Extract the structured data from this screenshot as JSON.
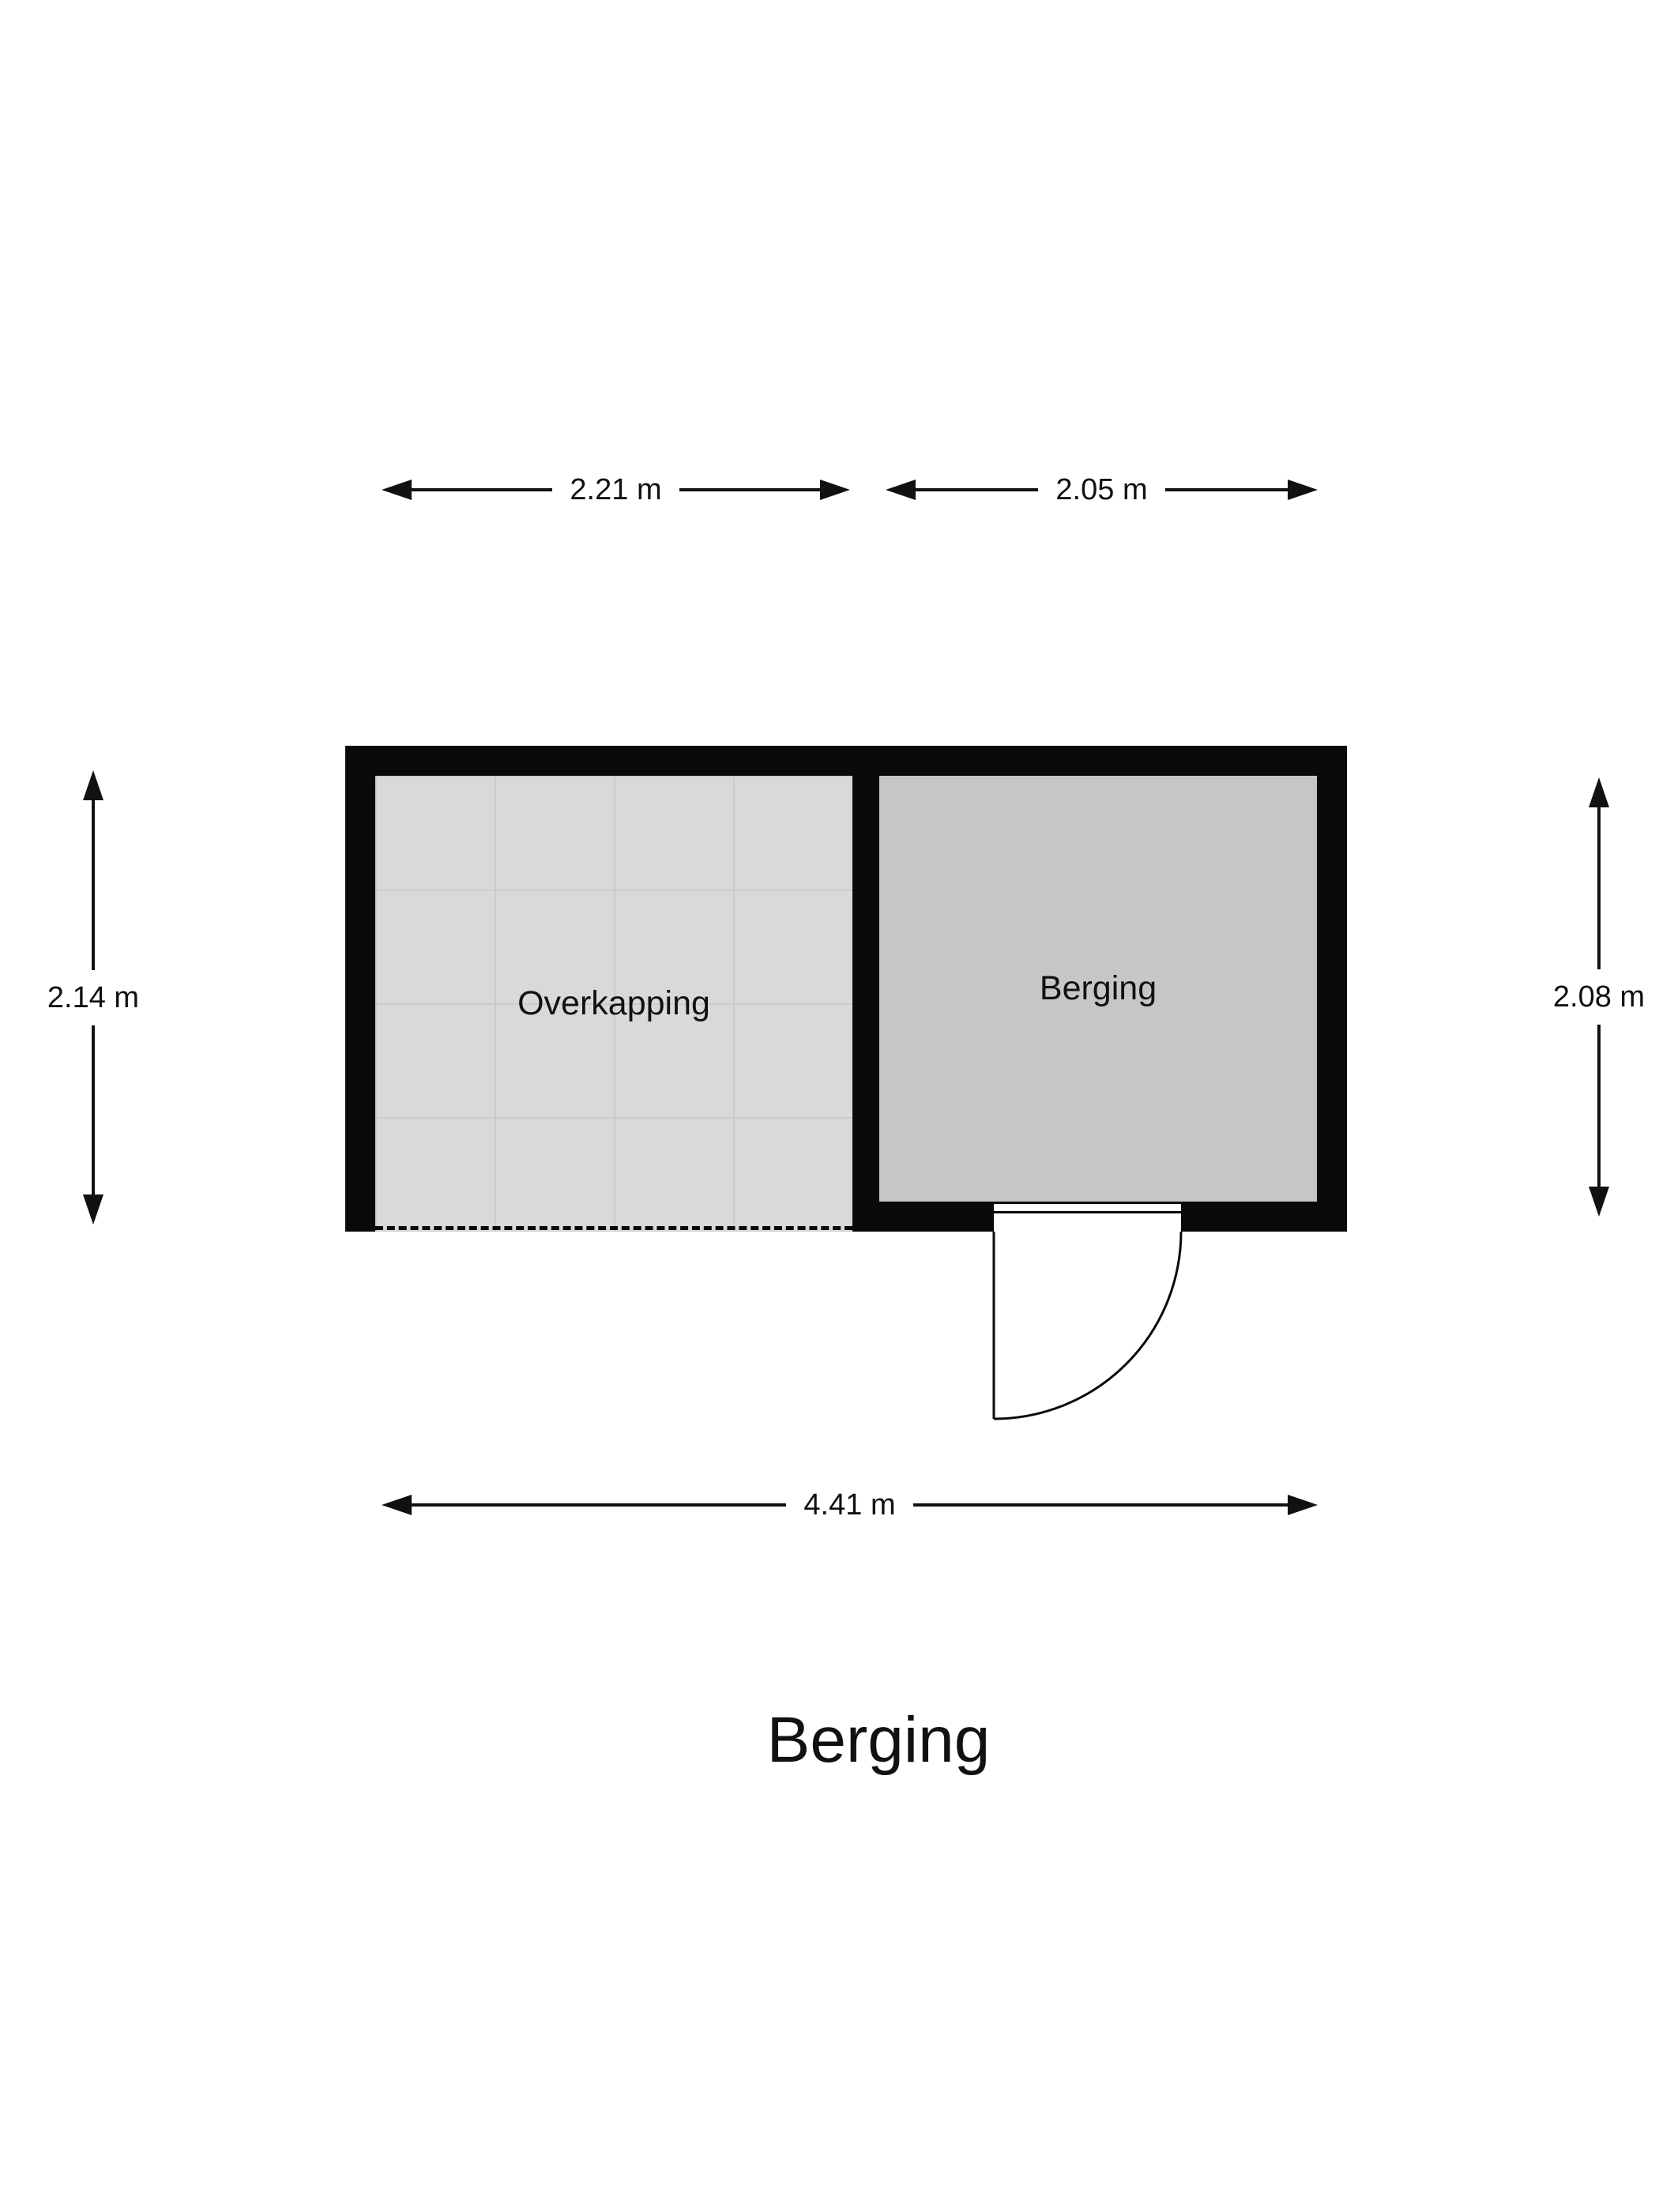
{
  "title": "Berging",
  "dimensions": {
    "top_left": "2.21 m",
    "top_right": "2.05 m",
    "left": "2.14 m",
    "right": "2.08 m",
    "bottom": "4.41 m"
  },
  "rooms": {
    "overkapping": {
      "label": "Overkapping"
    },
    "berging": {
      "label": "Berging"
    }
  },
  "colors": {
    "wall": "#0a0a0a",
    "floor_overkapping": "#d9d9d9",
    "floor_berging": "#c6c6c6",
    "grid_line": "#cbcbcb",
    "background": "#ffffff",
    "text": "#111111"
  }
}
